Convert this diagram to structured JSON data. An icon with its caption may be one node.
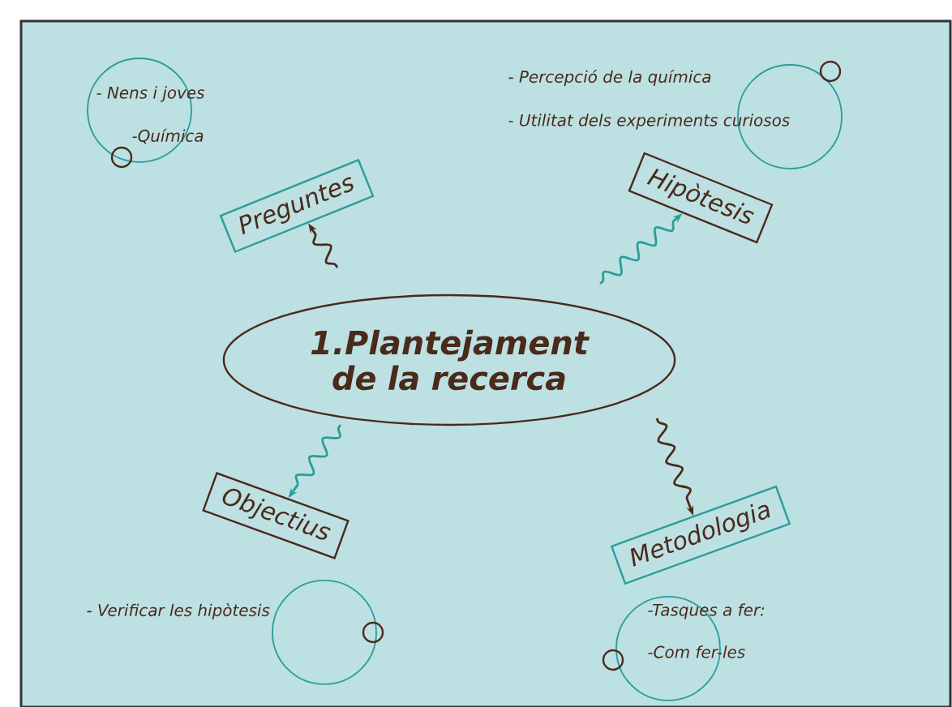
{
  "diagram": {
    "nodes": [
      {
        "text": [
          "1.Plantejament de la recerca"
        ]
      },
      {
        "text": [
          "Preguntes"
        ],
        "beside": [
          "- Nens i joves",
          "-Química"
        ]
      },
      {
        "text": [
          "Hipòtesis"
        ],
        "beside": [
          "- Percepció de la química",
          "- Utilitat dels experiments curiosos"
        ]
      },
      {
        "text": [
          "Objectius"
        ],
        "beside": [
          "- Verificar les hipòtesis"
        ]
      },
      {
        "text": [
          "Metodologia"
        ],
        "beside": [
          "-Tasques a fer:",
          "-Com fer-les"
        ]
      }
    ],
    "edges": [
      {
        "from": 0,
        "to": 1,
        "arrow": "to"
      },
      {
        "from": 0,
        "to": 2,
        "arrow": "to",
        "color": "#2a9d9a"
      },
      {
        "from": 0,
        "to": 3,
        "arrow": "to",
        "color": "#2a9d9a"
      },
      {
        "from": 0,
        "to": 4,
        "arrow": "to"
      }
    ]
  }
}
